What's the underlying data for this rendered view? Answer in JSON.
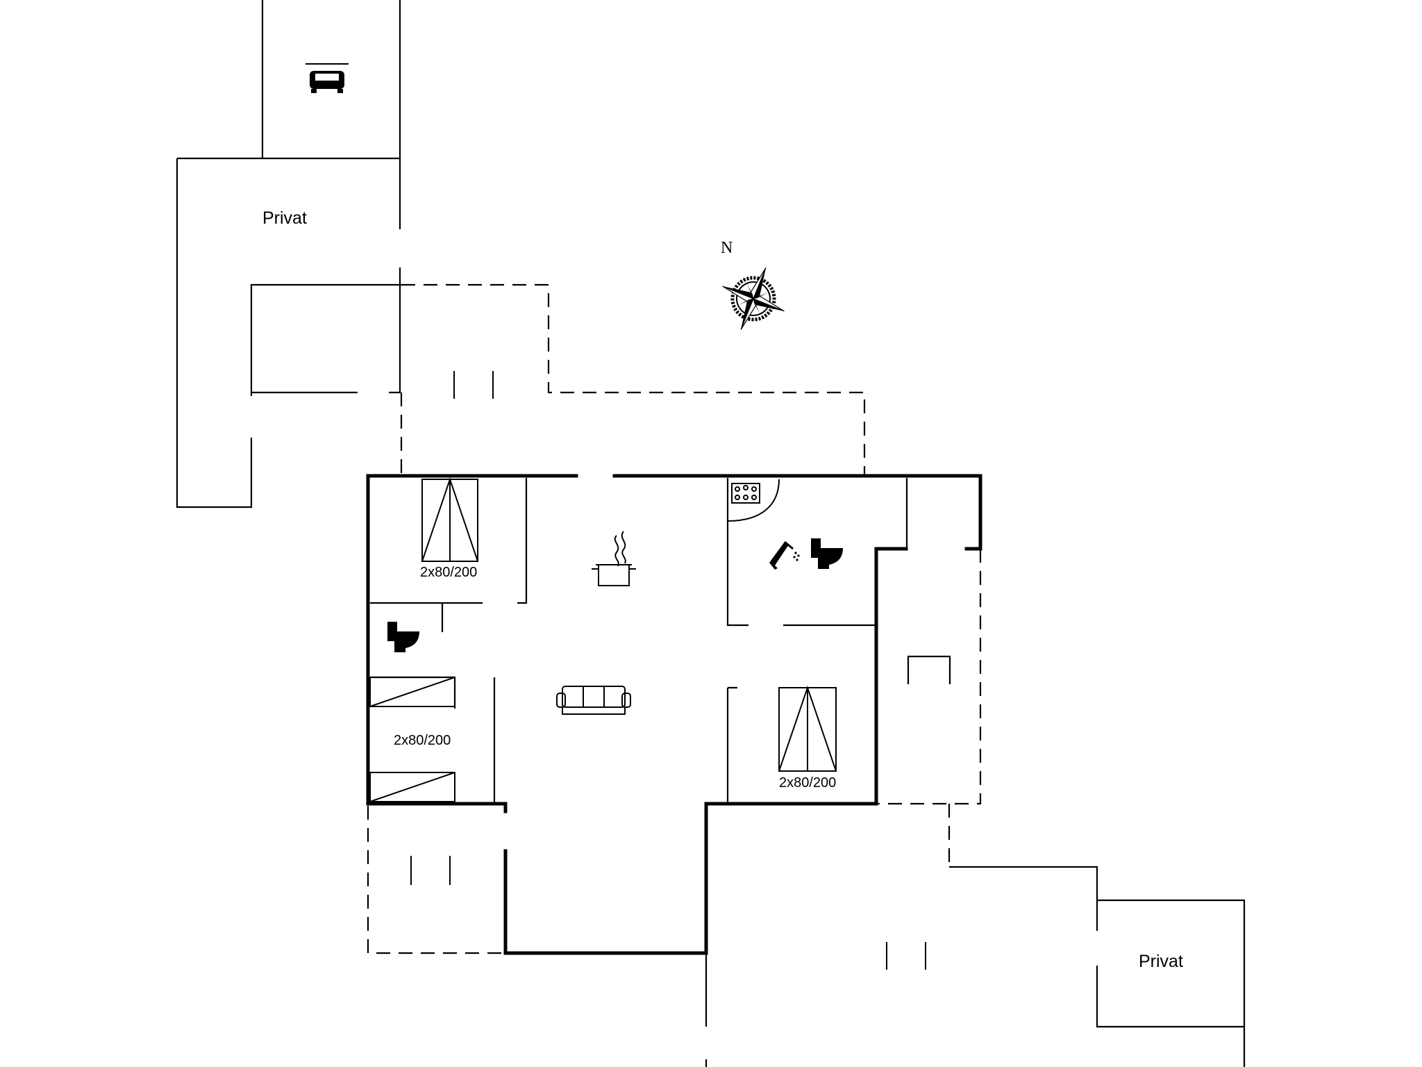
{
  "labels": {
    "privat_top": "Privat",
    "privat_bottom": "Privat",
    "bed_top_left": "2x80/200",
    "bed_left": "2x80/200",
    "bed_bottom_right": "2x80/200",
    "north": "N"
  },
  "icons": [
    "car-icon",
    "compass-rose-icon",
    "stove-pot-icon",
    "sofa-icon",
    "toilet-icon",
    "shower-icon",
    "whirlpool-icon"
  ]
}
